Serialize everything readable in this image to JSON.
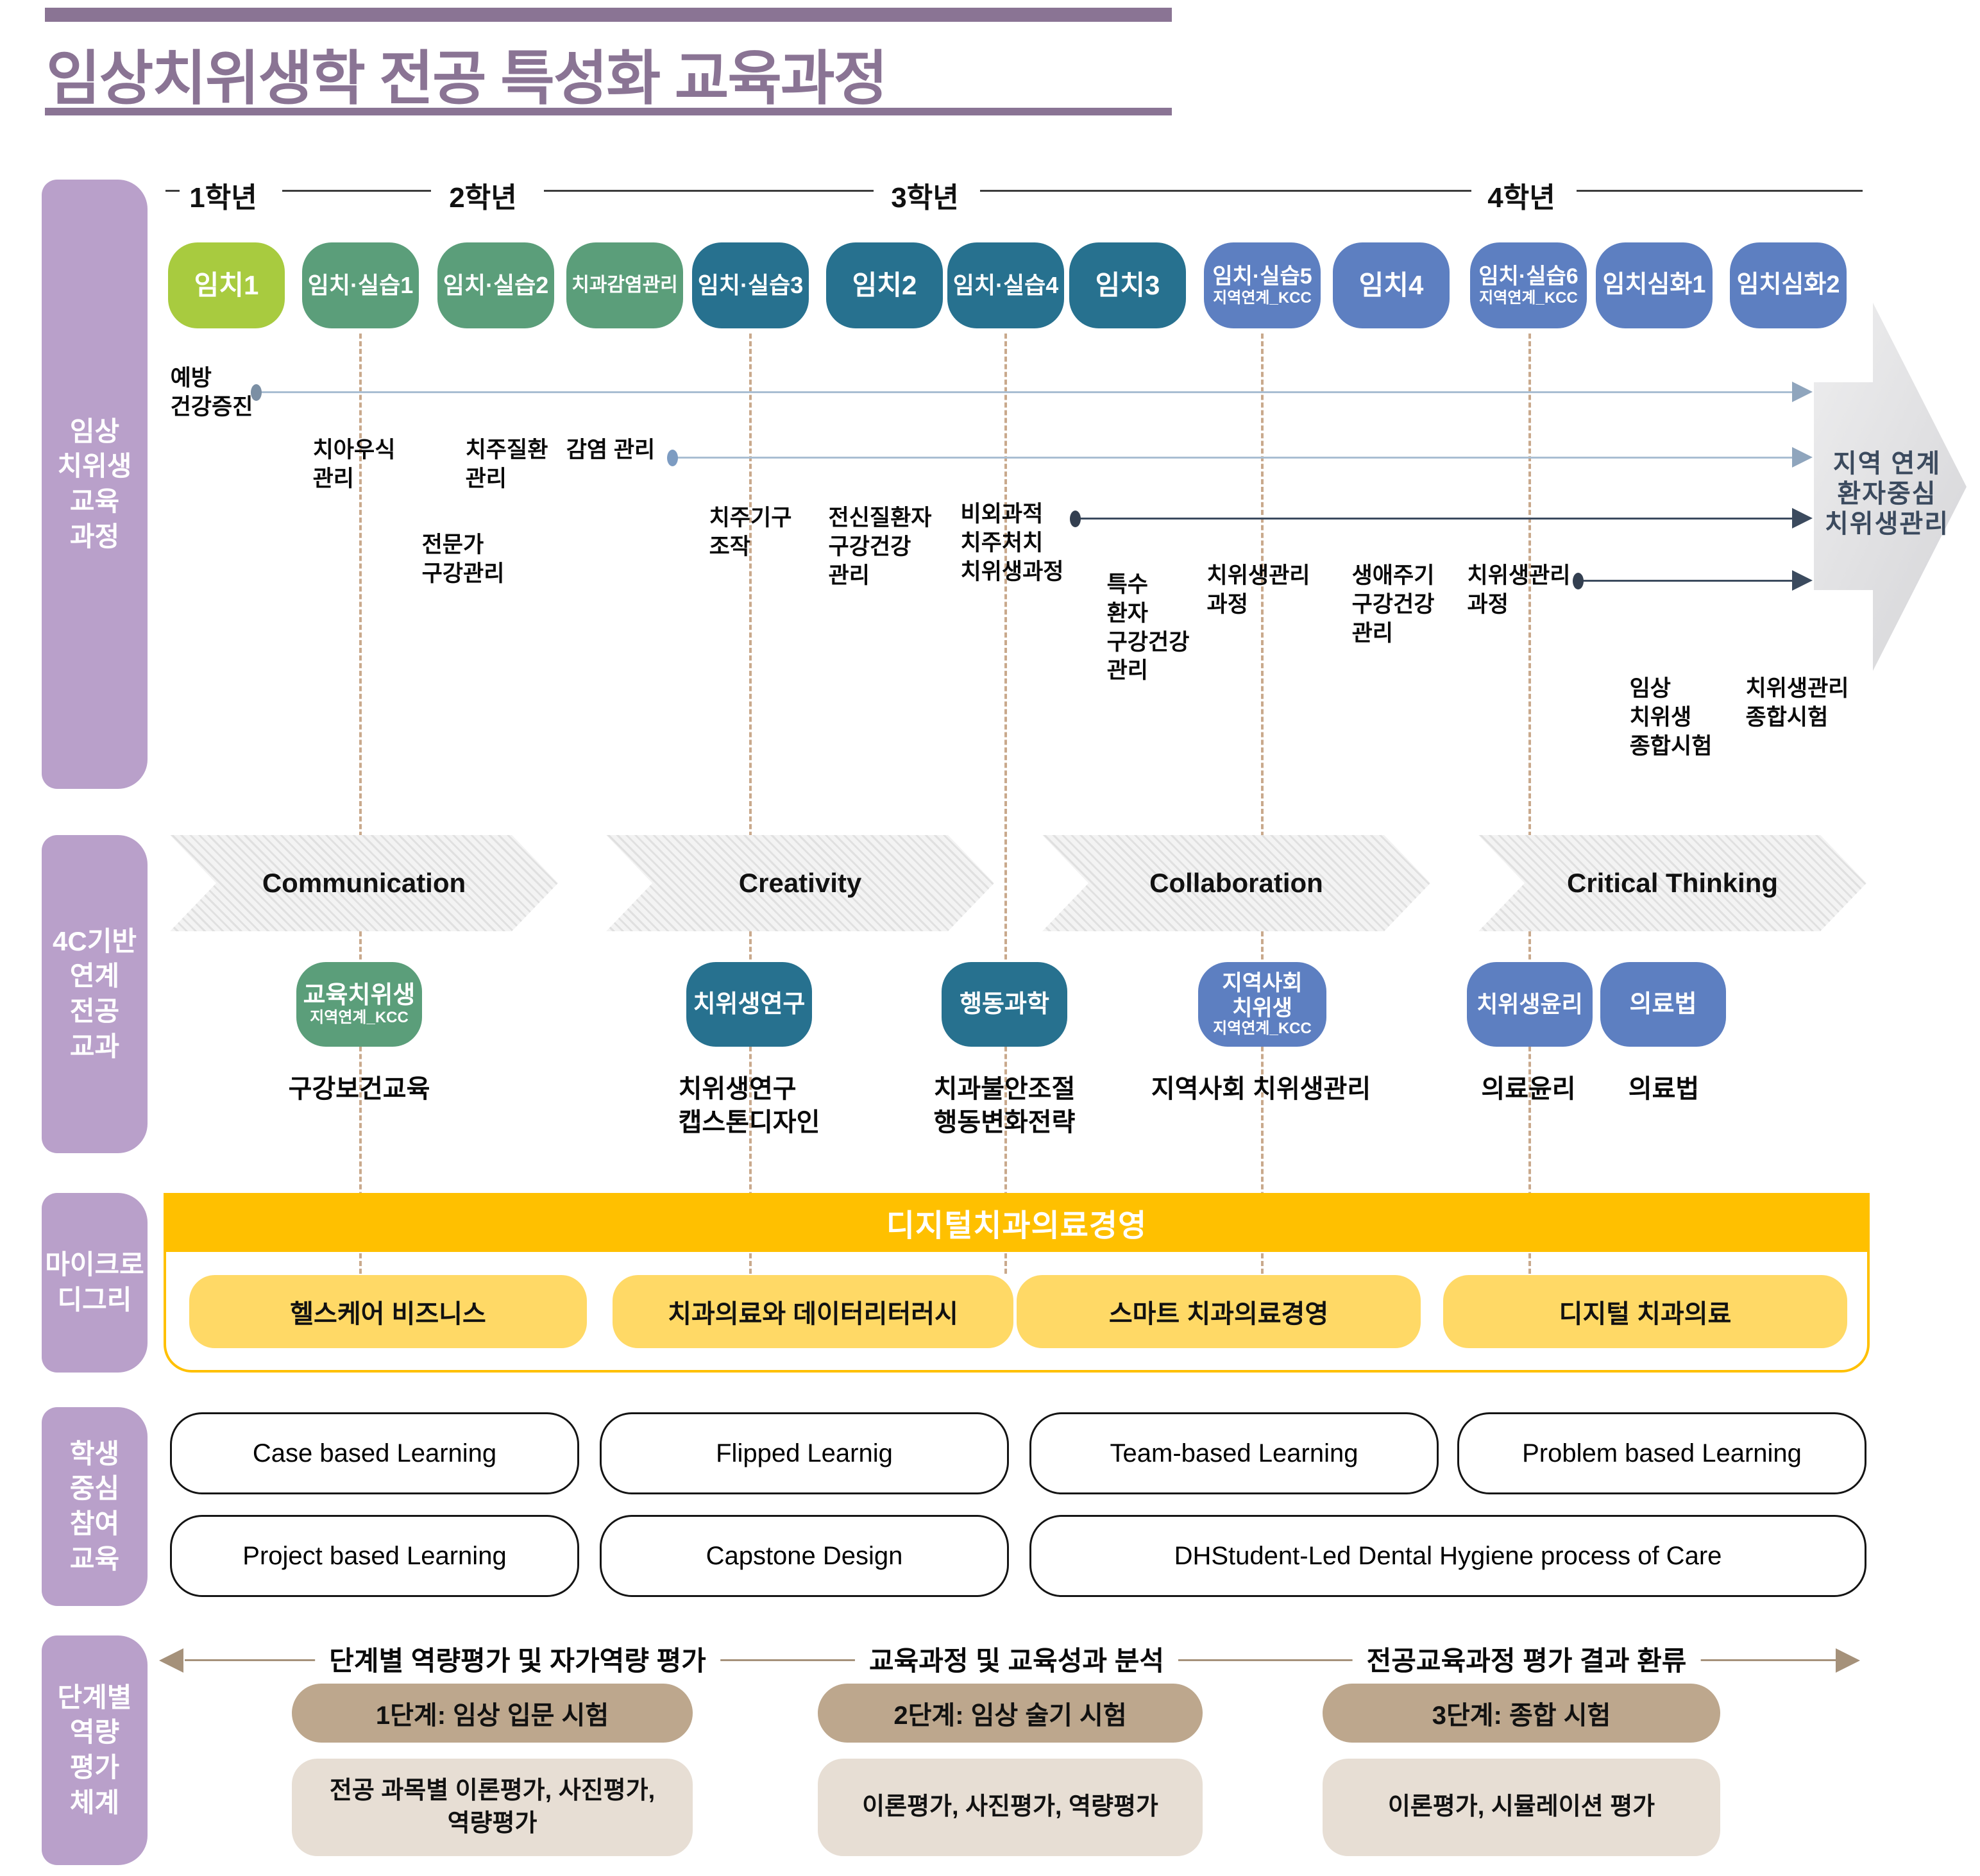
{
  "title": {
    "text": "임상치위생학 전공 특성화 교육과정"
  },
  "colors": {
    "title_purple": "#8a7494",
    "sidebar_purple": "#b9a0ca",
    "lime": "#a8cb3f",
    "green": "#5b9e7a",
    "teal": "#27718f",
    "blue": "#5d7fc1",
    "micro_yellow": "#ffc000",
    "micro_pill_yellow": "#ffd966",
    "stage_tan": "#bda78d",
    "desc_tan": "#e7ded4",
    "dash_tan": "#c9a98c",
    "line_steel": "#a9bed2",
    "line_navy": "#3b4a5e",
    "flow_brown": "#a5917a"
  },
  "sidebar": {
    "items": [
      {
        "label": "임상\n치위생\n교육\n과정"
      },
      {
        "label": "4C기반\n연계\n전공\n교과"
      },
      {
        "label": "마이크로\n디그리"
      },
      {
        "label": "학생\n중심\n참여\n교육"
      },
      {
        "label": "단계별\n역량\n평가\n체계"
      }
    ]
  },
  "years": {
    "items": [
      {
        "label": "1학년"
      },
      {
        "label": "2학년"
      },
      {
        "label": "3학년"
      },
      {
        "label": "4학년"
      }
    ]
  },
  "courses": {
    "items": [
      {
        "label": "임치1"
      },
      {
        "label": "임치·실습1"
      },
      {
        "label": "임치·실습2"
      },
      {
        "label": "치과감염관리"
      },
      {
        "label": "임치·실습3"
      },
      {
        "label": "임치2"
      },
      {
        "label": "임치·실습4"
      },
      {
        "label": "임치3"
      },
      {
        "label": "임치·실습5",
        "sub": "지역연계_KCC"
      },
      {
        "label": "임치4"
      },
      {
        "label": "임치·실습6",
        "sub": "지역연계_KCC"
      },
      {
        "label": "임치심화1"
      },
      {
        "label": "임치심화2"
      }
    ]
  },
  "timeline": {
    "topics": [
      {
        "text": "예방\n건강증진"
      },
      {
        "text": "치아우식\n관리"
      },
      {
        "text": "치주질환\n관리"
      },
      {
        "text": "감염 관리"
      },
      {
        "text": "전문가\n구강관리"
      },
      {
        "text": "치주기구\n조작"
      },
      {
        "text": "전신질환자\n구강건강\n관리"
      },
      {
        "text": "비외과적\n치주처치\n치위생과정"
      },
      {
        "text": "특수\n환자\n구강건강\n관리"
      },
      {
        "text": "치위생관리\n과정"
      },
      {
        "text": "생애주기\n구강건강\n관리"
      },
      {
        "text": "치위생관리\n과정"
      }
    ],
    "exams": [
      {
        "text": "임상\n치위생\n종합시험"
      },
      {
        "text": "치위생관리\n종합시험"
      }
    ],
    "arrow_label": "지역 연계\n환자중심\n치위생관리"
  },
  "fourc": {
    "arrows": [
      {
        "label": "Communication"
      },
      {
        "label": "Creativity"
      },
      {
        "label": "Collaboration"
      },
      {
        "label": "Critical Thinking"
      }
    ],
    "pills": [
      {
        "label": "교육치위생",
        "sub": "지역연계_KCC",
        "caption": "구강보건교육"
      },
      {
        "label": "치위생연구",
        "caption": "치위생연구\n캡스톤디자인"
      },
      {
        "label": "행동과학",
        "caption": "치과불안조절\n행동변화전략"
      },
      {
        "label": "지역사회\n치위생",
        "sub": "지역연계_KCC",
        "caption": "지역사회 치위생관리"
      },
      {
        "label": "치위생윤리",
        "caption": "의료윤리"
      },
      {
        "label": "의료법",
        "caption": "의료법"
      }
    ]
  },
  "micro": {
    "header": "디지털치과의료경영",
    "pills": [
      {
        "label": "헬스케어 비즈니스"
      },
      {
        "label": "치과의료와 데이터리터러시"
      },
      {
        "label": "스마트 치과의료경영"
      },
      {
        "label": "디지털 치과의료"
      }
    ]
  },
  "learning": {
    "boxes": [
      {
        "label": "Case based Learning"
      },
      {
        "label": "Flipped Learnig"
      },
      {
        "label": "Team-based Learning"
      },
      {
        "label": "Problem based Learning"
      },
      {
        "label": "Project based Learning"
      },
      {
        "label": "Capstone Design"
      },
      {
        "label": "DHStudent-Led Dental Hygiene process of Care"
      }
    ]
  },
  "evaluation": {
    "flow": [
      {
        "label": "단계별 역량평가 및 자가역량 평가"
      },
      {
        "label": "교육과정 및 교육성과 분석"
      },
      {
        "label": "전공교육과정 평가 결과 환류"
      }
    ],
    "stages": [
      {
        "title": "1단계: 임상 입문 시험",
        "desc": "전공 과목별 이론평가, 사진평가,\n역량평가"
      },
      {
        "title": "2단계: 임상 술기 시험",
        "desc": "이론평가, 사진평가, 역량평가"
      },
      {
        "title": "3단계: 종합 시험",
        "desc": "이론평가, 시뮬레이션 평가"
      }
    ]
  }
}
